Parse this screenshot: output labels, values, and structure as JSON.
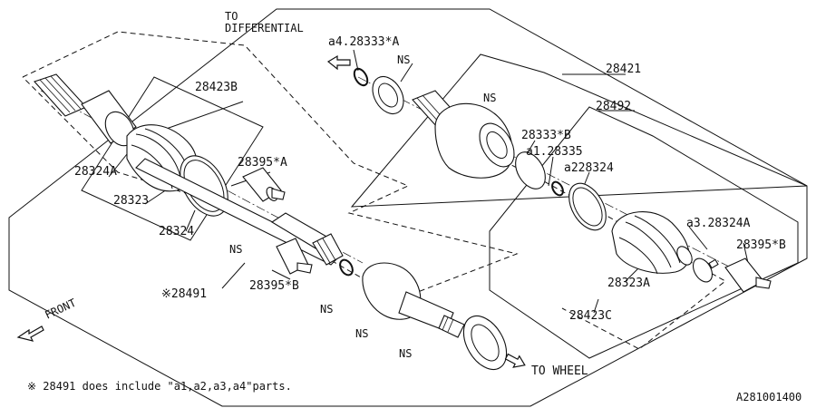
{
  "labels": {
    "to_differential_1": "TO",
    "to_differential_2": "DIFFERENTIAL",
    "p_a4_28333A": "a4.28333*A",
    "p_28421": "28421",
    "p_28423B": "28423B",
    "p_28492": "28492",
    "p_28333B": "28333*B",
    "p_a1_28335": "a1.28335",
    "p_a2_28324": "a228324",
    "p_28395A": "28395*A",
    "p_28324A": "28324A",
    "p_28323": "28323",
    "p_28324": "28324",
    "p_a3_28324A": "a3.28324A",
    "p_28395B_right": "28395*B",
    "p_28395B_mid": "28395*B",
    "p_28491": "※28491",
    "p_28323A": "28323A",
    "p_28423C": "28423C",
    "ns_1": "NS",
    "ns_2": "NS",
    "ns_3": "NS",
    "ns_4": "NS",
    "ns_5": "NS",
    "ns_6": "NS",
    "front": "FRONT",
    "to_wheel": "TO WHEEL",
    "footnote": "※ 28491 does include \"a1,a2,a3,a4\"parts.",
    "diagram_code": "A281001400"
  }
}
